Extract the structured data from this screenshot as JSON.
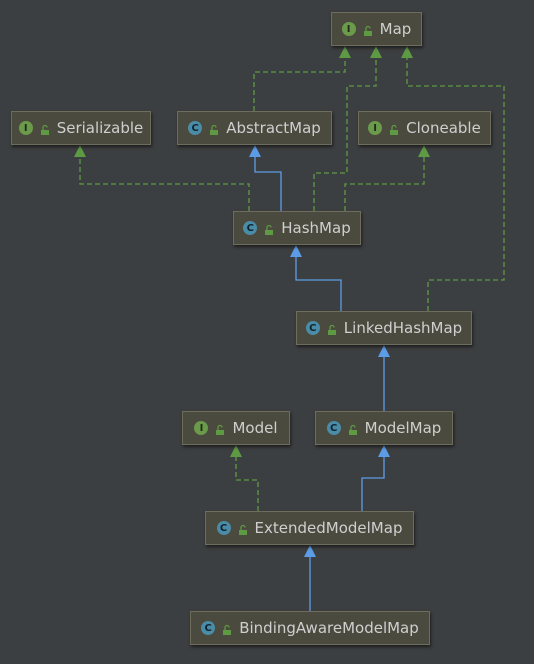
{
  "nodes": {
    "map": {
      "label": "Map",
      "kind": "interface",
      "badge": "I"
    },
    "serializable": {
      "label": "Serializable",
      "kind": "interface",
      "badge": "I"
    },
    "abstractmap": {
      "label": "AbstractMap",
      "kind": "class",
      "badge": "C"
    },
    "cloneable": {
      "label": "Cloneable",
      "kind": "interface",
      "badge": "I"
    },
    "hashmap": {
      "label": "HashMap",
      "kind": "class",
      "badge": "C"
    },
    "linkedhashmap": {
      "label": "LinkedHashMap",
      "kind": "class",
      "badge": "C"
    },
    "model": {
      "label": "Model",
      "kind": "interface",
      "badge": "I"
    },
    "modelmap": {
      "label": "ModelMap",
      "kind": "class",
      "badge": "C"
    },
    "extendedmodelmap": {
      "label": "ExtendedModelMap",
      "kind": "class",
      "badge": "C"
    },
    "bindingawaremodelmap": {
      "label": "BindingAwareModelMap",
      "kind": "class",
      "badge": "C"
    }
  },
  "relations": [
    {
      "from": "abstractmap",
      "to": "map",
      "type": "implements"
    },
    {
      "from": "hashmap",
      "to": "map",
      "type": "implements"
    },
    {
      "from": "linkedhashmap",
      "to": "map",
      "type": "implements"
    },
    {
      "from": "hashmap",
      "to": "serializable",
      "type": "implements"
    },
    {
      "from": "hashmap",
      "to": "cloneable",
      "type": "implements"
    },
    {
      "from": "hashmap",
      "to": "abstractmap",
      "type": "extends"
    },
    {
      "from": "linkedhashmap",
      "to": "hashmap",
      "type": "extends"
    },
    {
      "from": "modelmap",
      "to": "linkedhashmap",
      "type": "extends"
    },
    {
      "from": "extendedmodelmap",
      "to": "model",
      "type": "implements"
    },
    {
      "from": "extendedmodelmap",
      "to": "modelmap",
      "type": "extends"
    },
    {
      "from": "bindingawaremodelmap",
      "to": "extendedmodelmap",
      "type": "extends"
    }
  ],
  "colors": {
    "extends": "#5c9ce6",
    "implements": "#5e9a43",
    "interface_badge": "#6a9a4a",
    "class_badge": "#4a8ca8"
  }
}
